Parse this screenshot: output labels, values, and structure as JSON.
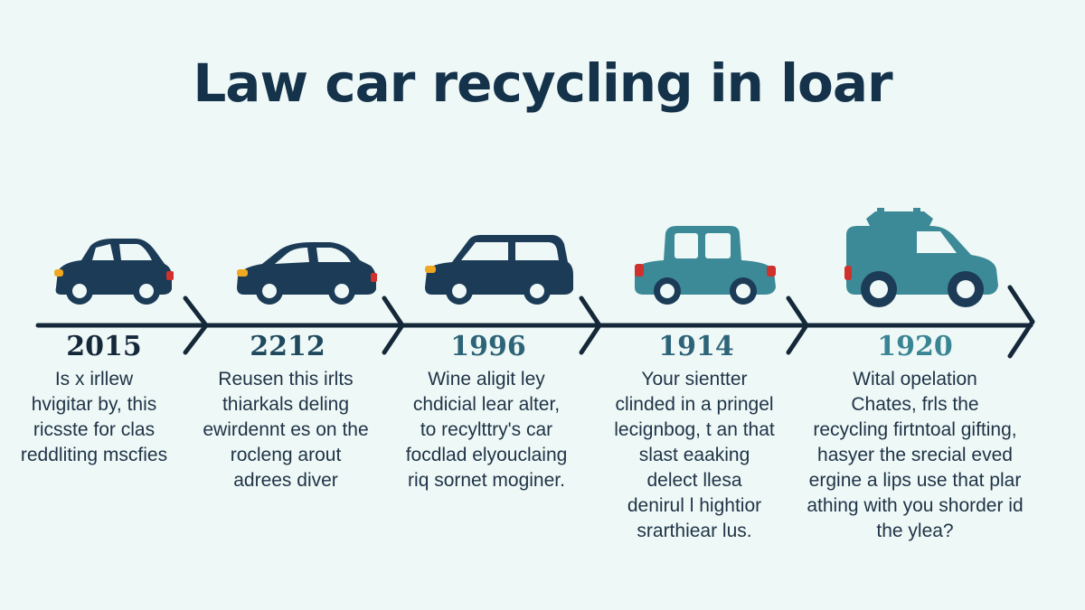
{
  "title": "Law car recycling in loar",
  "colors": {
    "dark_navy": "#1b3b57",
    "teal": "#3c8a97",
    "tail_light": "#d0312d",
    "headlight": "#f0a821",
    "line": "#15283a"
  },
  "milestones": [
    {
      "year": "2015",
      "year_color": "#15283a",
      "icon": "hatchback-car-icon",
      "lines": [
        "Is x irllew",
        "hvigitar by, this",
        "ricsste for clas",
        "reddliting mscfies"
      ]
    },
    {
      "year": "2212",
      "year_color": "#1f4a5e",
      "icon": "coupe-car-icon",
      "lines": [
        "Reusen this irlts",
        "thiarkals deling",
        "ewirdennt es on the",
        "rocleng arout",
        "adrees diver"
      ]
    },
    {
      "year": "1996",
      "year_color": "#2e6478",
      "icon": "wagon-car-icon",
      "lines": [
        "Wine aligit ley",
        "chdicial lear alter,",
        "to recylttry's car",
        "focdlad elyouclaing",
        "riq sornet moginer."
      ]
    },
    {
      "year": "1914",
      "year_color": "#2e6478",
      "icon": "vintage-car-icon",
      "lines": [
        "Your sientter",
        "clinded in a pringel",
        "lecignbog, t an that",
        "slast eaaking",
        "delect llesa",
        "denirul l hightior",
        "srarthiear lus."
      ]
    },
    {
      "year": "1920",
      "year_color": "#3a8594",
      "icon": "utility-vehicle-icon",
      "lines": [
        "Wital opelation",
        "Chates, frls the",
        "recycling firtntoal gifting,",
        "hasyer the srecial eved",
        "ergine a lips use that plar",
        "athing with you shorder id",
        "the ylea?"
      ]
    }
  ]
}
